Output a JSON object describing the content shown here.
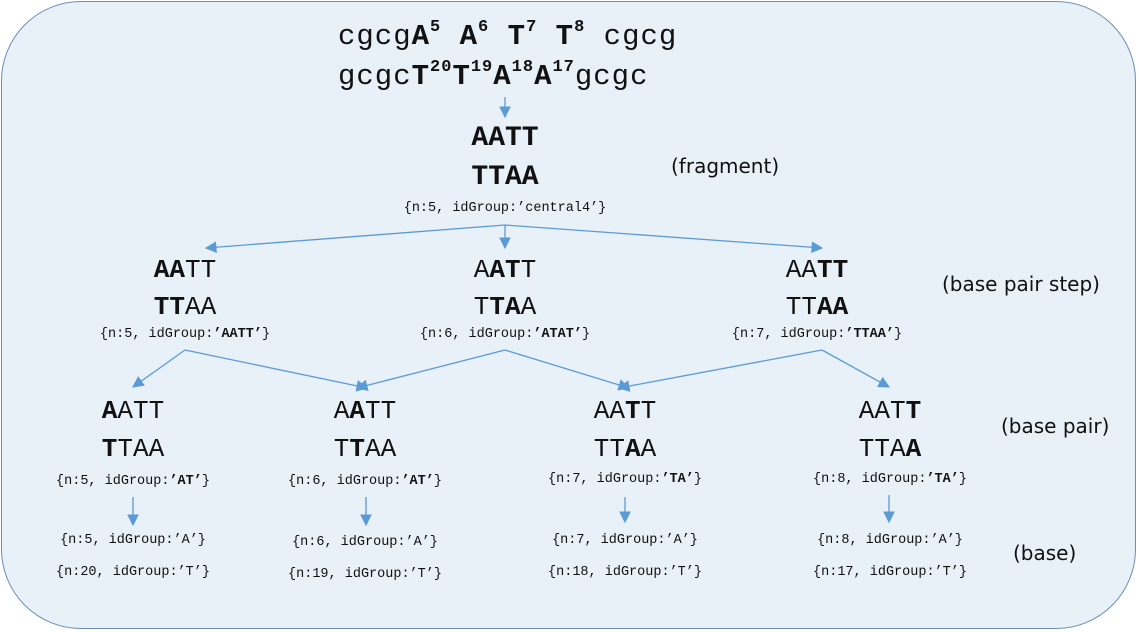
{
  "sequence": {
    "top": [
      {
        "t": "cgcg"
      },
      {
        "t": "A",
        "b": true
      },
      {
        "sup": "5"
      },
      {
        "t": " "
      },
      {
        "t": "A",
        "b": true
      },
      {
        "sup": "6"
      },
      {
        "t": " "
      },
      {
        "t": "T",
        "b": true
      },
      {
        "sup": "7"
      },
      {
        "t": " "
      },
      {
        "t": "T",
        "b": true
      },
      {
        "sup": "8"
      },
      {
        "t": " cgcg"
      }
    ],
    "bottom": [
      {
        "t": "gcgc"
      },
      {
        "t": "T",
        "b": true
      },
      {
        "sup": "20"
      },
      {
        "t": "T",
        "b": true
      },
      {
        "sup": "19"
      },
      {
        "t": "A",
        "b": true
      },
      {
        "sup": "18"
      },
      {
        "t": "A",
        "b": true
      },
      {
        "sup": "17"
      },
      {
        "t": "gcgc"
      }
    ]
  },
  "fragment": {
    "top": "AATT",
    "bottom": "TTAA",
    "note": "{n:5, idGroup:’central4’}",
    "label": "(fragment)"
  },
  "levels": {
    "step_label": "(base pair step)",
    "pair_label": "(base pair)",
    "base_label": "(base)"
  },
  "steps": [
    {
      "top": [
        {
          "t": "AA",
          "b": true
        },
        {
          "t": "TT"
        }
      ],
      "bottom": [
        {
          "t": "TT",
          "b": true
        },
        {
          "t": "AA"
        }
      ],
      "note": [
        {
          "t": "{n:5, idGroup:"
        },
        {
          "t": "’AATT’",
          "b": true
        },
        {
          "t": "}"
        }
      ]
    },
    {
      "top": [
        {
          "t": "A"
        },
        {
          "t": "AT",
          "b": true
        },
        {
          "t": "T"
        }
      ],
      "bottom": [
        {
          "t": "T"
        },
        {
          "t": "TA",
          "b": true
        },
        {
          "t": "A"
        }
      ],
      "note": [
        {
          "t": "{n:6, idGroup:"
        },
        {
          "t": "’ATAT’",
          "b": true
        },
        {
          "t": "}"
        }
      ]
    },
    {
      "top": [
        {
          "t": "AA"
        },
        {
          "t": "TT",
          "b": true
        }
      ],
      "bottom": [
        {
          "t": "TT"
        },
        {
          "t": "AA",
          "b": true
        }
      ],
      "note": [
        {
          "t": "{n:7, idGroup:"
        },
        {
          "t": "’TTAA’",
          "b": true
        },
        {
          "t": "}"
        }
      ]
    }
  ],
  "pairs": [
    {
      "top": [
        {
          "t": "A",
          "b": true
        },
        {
          "t": "ATT"
        }
      ],
      "bottom": [
        {
          "t": "T",
          "b": true
        },
        {
          "t": "TAA"
        }
      ],
      "note": [
        {
          "t": "{n:5, idGroup:"
        },
        {
          "t": "’AT’",
          "b": true
        },
        {
          "t": "}"
        }
      ],
      "bases": [
        "{n:5, idGroup:’A’}",
        "{n:20, idGroup:’T’}"
      ]
    },
    {
      "top": [
        {
          "t": "A"
        },
        {
          "t": "A",
          "b": true
        },
        {
          "t": "TT"
        }
      ],
      "bottom": [
        {
          "t": "T"
        },
        {
          "t": "T",
          "b": true
        },
        {
          "t": "AA"
        }
      ],
      "note": [
        {
          "t": "{n:6, idGroup:"
        },
        {
          "t": "’AT’",
          "b": true
        },
        {
          "t": "}"
        }
      ],
      "bases": [
        "{n:6, idGroup:’A’}",
        "{n:19, idGroup:’T’}"
      ]
    },
    {
      "top": [
        {
          "t": "AA"
        },
        {
          "t": "T",
          "b": true
        },
        {
          "t": "T"
        }
      ],
      "bottom": [
        {
          "t": "TT"
        },
        {
          "t": "A",
          "b": true
        },
        {
          "t": "A"
        }
      ],
      "note": [
        {
          "t": "{n:7, idGroup:"
        },
        {
          "t": "’TA’",
          "b": true
        },
        {
          "t": "}"
        }
      ],
      "bases": [
        "{n:7, idGroup:’A’}",
        "{n:18, idGroup:’T’}"
      ]
    },
    {
      "top": [
        {
          "t": "AAT"
        },
        {
          "t": "T",
          "b": true
        }
      ],
      "bottom": [
        {
          "t": "TTA"
        },
        {
          "t": "A",
          "b": true
        }
      ],
      "note": [
        {
          "t": "{n:8, idGroup:"
        },
        {
          "t": "’TA’",
          "b": true
        },
        {
          "t": "}"
        }
      ],
      "bases": [
        "{n:8, idGroup:’A’}",
        "{n:17, idGroup:’T’}"
      ]
    }
  ],
  "colors": {
    "arrow": "#5b9bd5",
    "panel_fill": "#e8f0f8",
    "panel_border": "#6b8fb3"
  }
}
